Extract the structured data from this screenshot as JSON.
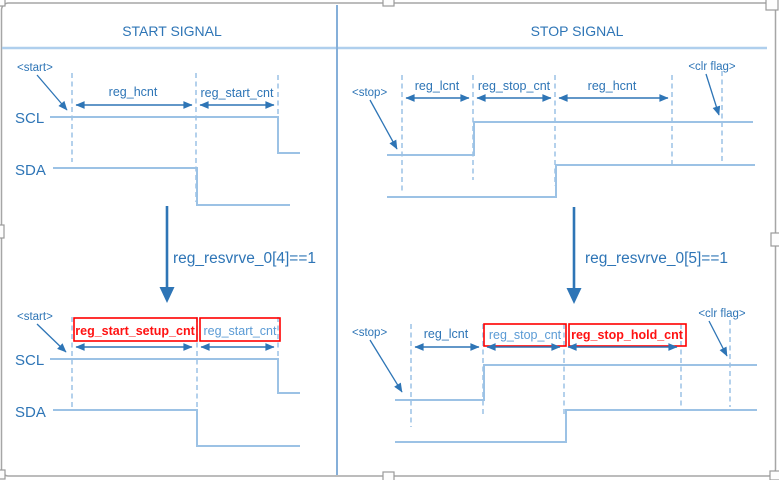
{
  "titles": {
    "start": "START SIGNAL",
    "stop": "STOP SIGNAL"
  },
  "signals": {
    "clock": "SCL",
    "data": "SDA"
  },
  "events": {
    "start": "<start>",
    "stop": "<stop>",
    "clear_flag": "<clr flag>"
  },
  "conditions": {
    "start_mod": "reg_resvrve_0[4]==1",
    "stop_mod": "reg_resvrve_0[5]==1"
  },
  "intervals": {
    "start_before": [
      "reg_hcnt",
      "reg_start_cnt"
    ],
    "start_after": [
      "reg_start_setup_cnt",
      "reg_start_cnt"
    ],
    "stop_before": [
      "reg_lcnt",
      "reg_stop_cnt",
      "reg_hcnt"
    ],
    "stop_after": [
      "reg_lcnt",
      "reg_stop_cnt",
      "reg_stop_hold_cnt"
    ]
  },
  "colors": {
    "label_blue": "#2E75B6",
    "wave_blue": "#9CC2E5",
    "boxed_blue": "#5B9BD5",
    "highlight_red": "#FF0000",
    "divider_blue": "#85AFD9",
    "border_gray": "#A6A6A6"
  }
}
